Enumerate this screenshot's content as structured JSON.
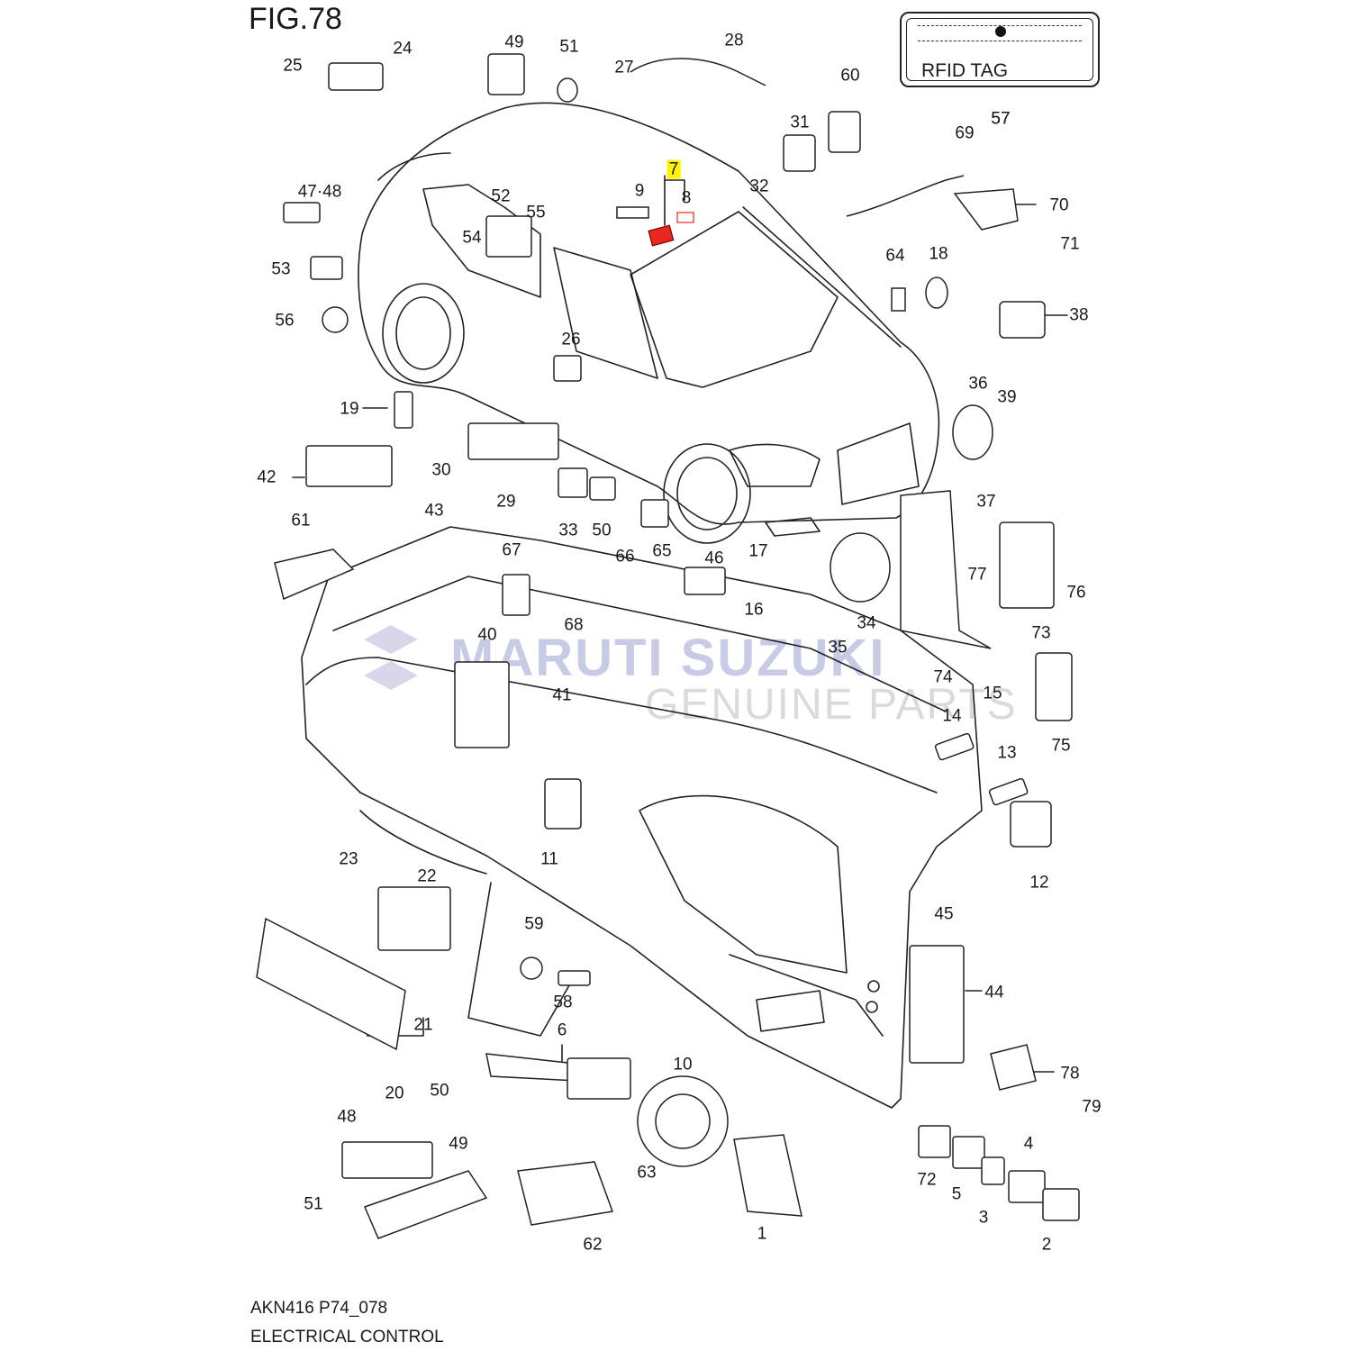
{
  "figure": {
    "title": "FIG.78",
    "footer_code": "AKN416 P74_078",
    "footer_title": "ELECTRICAL CONTROL"
  },
  "rfid_box": {
    "label": "RFID TAG",
    "part_no": "57"
  },
  "watermark": {
    "brand": "MARUTI SUZUKI",
    "subtitle": "GENUINE PARTS"
  },
  "highlight": {
    "part_no": "7",
    "color": "#fff200",
    "part_color": "#e8281e"
  },
  "callouts": [
    "1",
    "2",
    "3",
    "4",
    "5",
    "6",
    "7",
    "8",
    "9",
    "10",
    "11",
    "12",
    "13",
    "14",
    "15",
    "16",
    "17",
    "18",
    "19",
    "20",
    "21",
    "22",
    "23",
    "24",
    "25",
    "26",
    "27",
    "28",
    "29",
    "30",
    "31",
    "32",
    "33",
    "34",
    "35",
    "36",
    "37",
    "38",
    "39",
    "40",
    "41",
    "42",
    "43",
    "44",
    "45",
    "46",
    "47·48",
    "48",
    "49",
    "49",
    "50",
    "50",
    "51",
    "51",
    "52",
    "53",
    "54",
    "55",
    "56",
    "57",
    "58",
    "59",
    "60",
    "61",
    "62",
    "63",
    "64",
    "65",
    "66",
    "67",
    "68",
    "69",
    "70",
    "71",
    "72",
    "73",
    "74",
    "75",
    "76",
    "77",
    "78",
    "79"
  ]
}
